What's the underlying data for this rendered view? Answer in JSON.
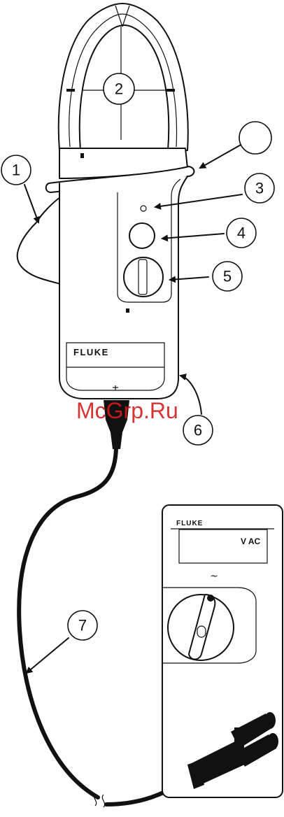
{
  "brand_clamp": "FLUKE",
  "brand_meter": "FLUKE",
  "meter_display": "V AC",
  "meter_ac_symbol": "~",
  "watermark": "McGrp.Ru",
  "callouts": [
    {
      "id": "1",
      "label": "1"
    },
    {
      "id": "2",
      "label": "2"
    },
    {
      "id": "3",
      "label": "3"
    },
    {
      "id": "4",
      "label": "4"
    },
    {
      "id": "5",
      "label": "5"
    },
    {
      "id": "6",
      "label": "6"
    },
    {
      "id": "7",
      "label": "7"
    },
    {
      "id": "blank",
      "label": ""
    }
  ]
}
